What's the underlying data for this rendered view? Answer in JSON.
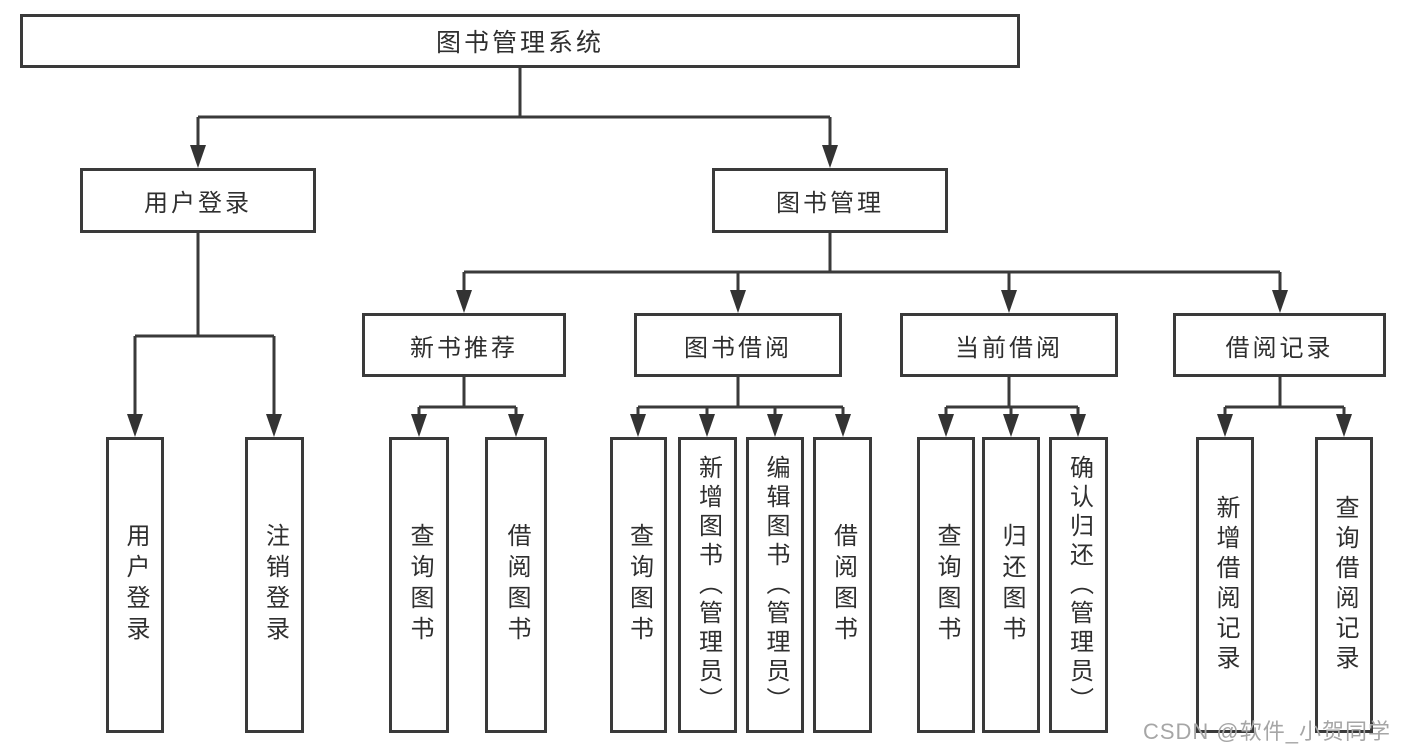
{
  "diagram_title": "图书管理系统",
  "colors": {
    "line": "#3a3a3a",
    "text": "#2f2f2f",
    "background": "#ffffff",
    "watermark": "#a6a6a6"
  },
  "tree": {
    "root": {
      "label": "图书管理系统",
      "children": [
        {
          "label": "用户登录",
          "children": [
            {
              "label": "用户登录"
            },
            {
              "label": "注销登录"
            }
          ]
        },
        {
          "label": "图书管理",
          "children": [
            {
              "label": "新书推荐",
              "children": [
                {
                  "label": "查询图书"
                },
                {
                  "label": "借阅图书"
                }
              ]
            },
            {
              "label": "图书借阅",
              "children": [
                {
                  "label": "查询图书"
                },
                {
                  "label": "新增图书（管理员）"
                },
                {
                  "label": "编辑图书（管理员）"
                },
                {
                  "label": "借阅图书"
                }
              ]
            },
            {
              "label": "当前借阅",
              "children": [
                {
                  "label": "查询图书"
                },
                {
                  "label": "归还图书"
                },
                {
                  "label": "确认归还（管理员）"
                }
              ]
            },
            {
              "label": "借阅记录",
              "children": [
                {
                  "label": "新增借阅记录"
                },
                {
                  "label": "查询借阅记录"
                }
              ]
            }
          ]
        }
      ]
    }
  },
  "watermark": "CSDN @软件_小贺同学"
}
